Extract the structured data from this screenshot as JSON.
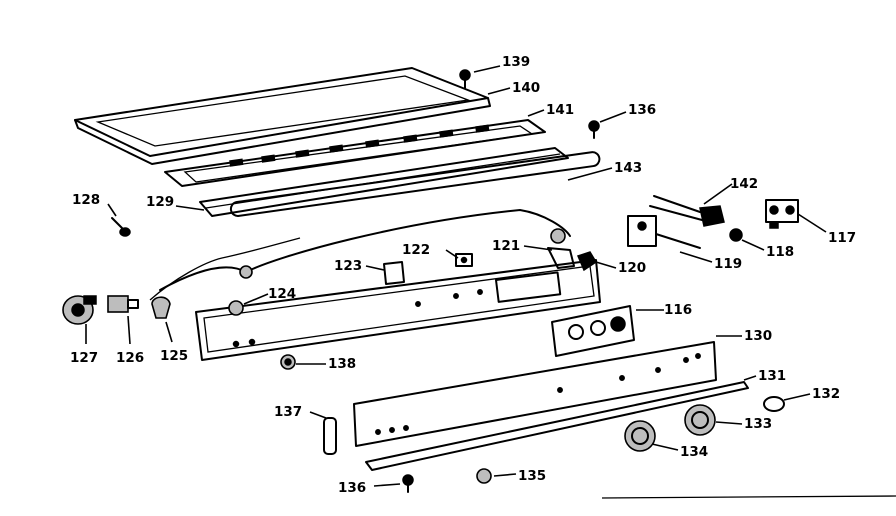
{
  "labels": {
    "p139": "139",
    "p140": "140",
    "p141": "141",
    "p136a": "136",
    "p143": "143",
    "p142": "142",
    "p128": "128",
    "p129": "129",
    "p117": "117",
    "p118": "118",
    "p119": "119",
    "p120": "120",
    "p121": "121",
    "p122": "122",
    "p123": "123",
    "p124": "124",
    "p116": "116",
    "p127": "127",
    "p126": "126",
    "p125": "125",
    "p130": "130",
    "p138": "138",
    "p131": "131",
    "p132": "132",
    "p137": "137",
    "p133": "133",
    "p134": "134",
    "p136b": "136",
    "p135": "135"
  },
  "colors": {
    "ink": "#000000",
    "paper": "#ffffff",
    "shade": "#bdbdbd"
  }
}
